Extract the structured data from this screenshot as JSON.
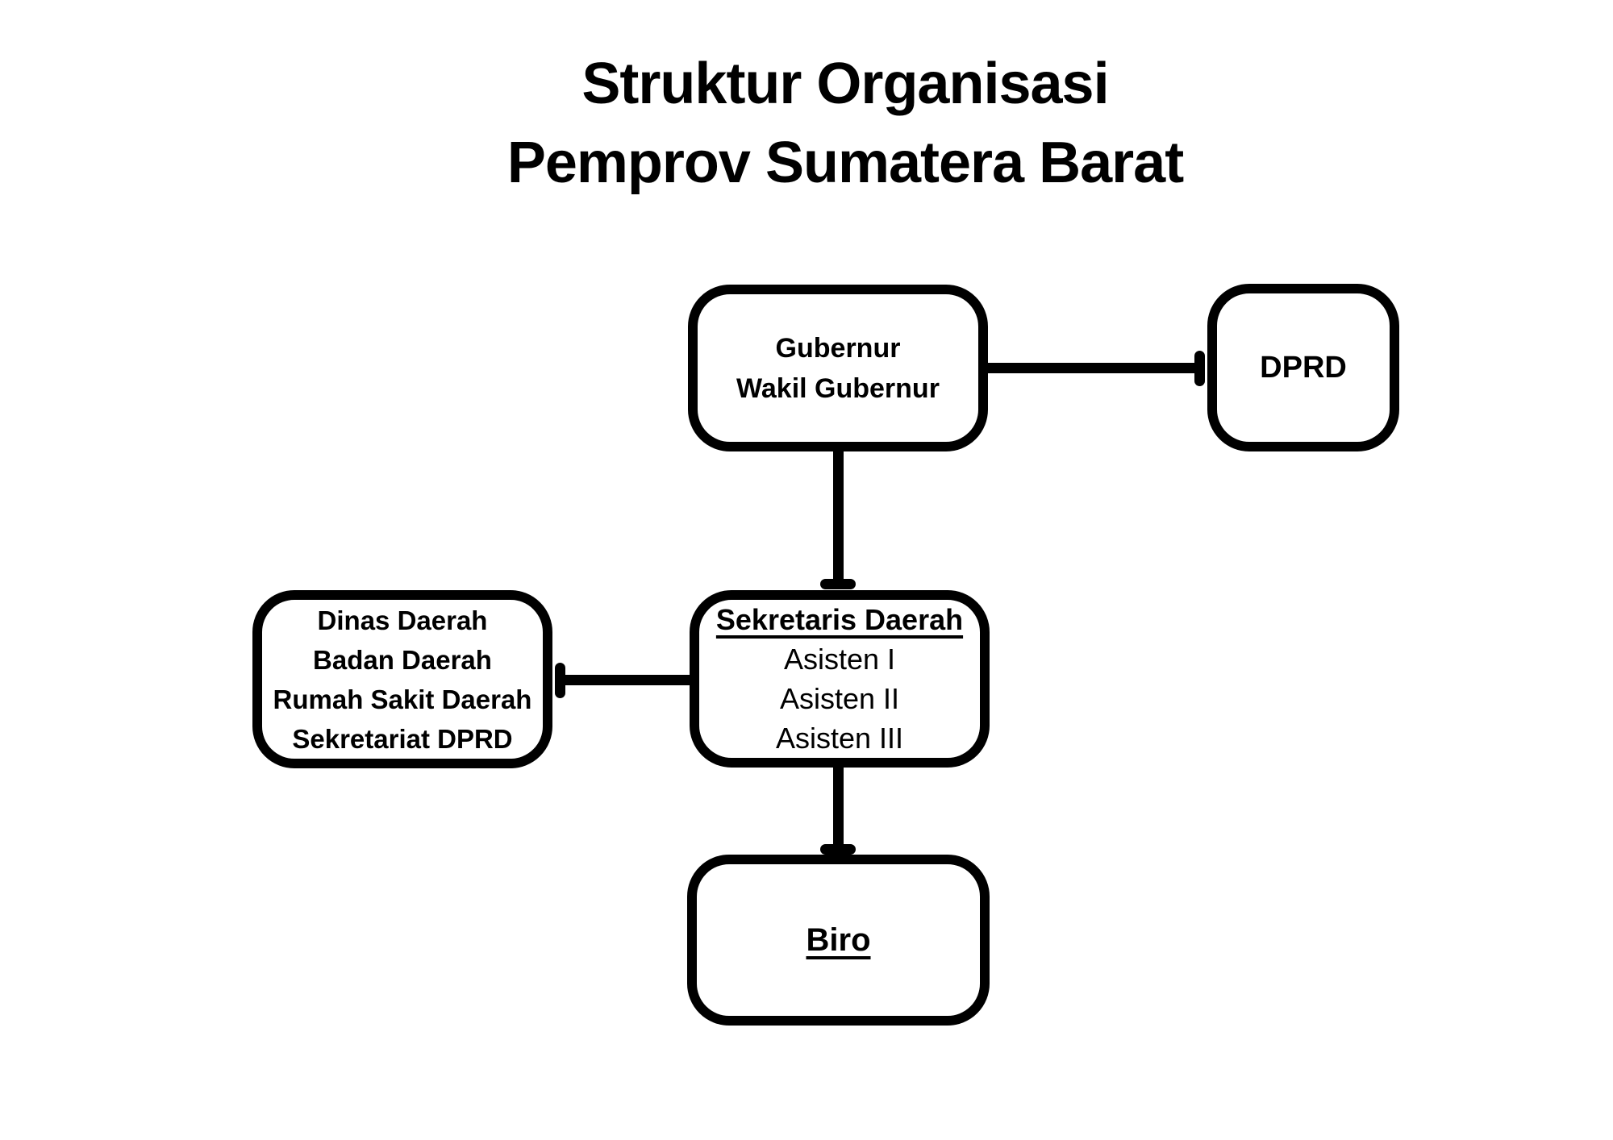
{
  "title": {
    "line1": "Struktur Organisasi",
    "line2": "Pemprov Sumatera Barat"
  },
  "colors": {
    "ink": "#000000",
    "background": "#ffffff"
  },
  "nodes": {
    "gubernur": {
      "lines": [
        "Gubernur",
        "Wakil Gubernur"
      ]
    },
    "dprd": {
      "label": "DPRD"
    },
    "sekretaris": {
      "heading": "Sekretaris Daerah",
      "items": [
        "Asisten I",
        "Asisten II",
        "Asisten III"
      ]
    },
    "dinas": {
      "lines": [
        "Dinas Daerah",
        "Badan Daerah",
        "Rumah Sakit Daerah",
        "Sekretariat DPRD"
      ]
    },
    "biro": {
      "heading": "Biro"
    }
  },
  "edges": [
    {
      "from": "Gubernur Wakil Gubernur",
      "to": "DPRD",
      "style": "tee-cap-at-target"
    },
    {
      "from": "Gubernur Wakil Gubernur",
      "to": "Sekretaris Daerah",
      "style": "tee-cap-at-target"
    },
    {
      "from": "Dinas Daerah Badan Daerah Rumah Sakit Daerah Sekretariat DPRD",
      "to": "Sekretaris Daerah",
      "style": "tee-cap-at-source"
    },
    {
      "from": "Sekretaris Daerah",
      "to": "Biro",
      "style": "tee-cap-at-target"
    }
  ]
}
